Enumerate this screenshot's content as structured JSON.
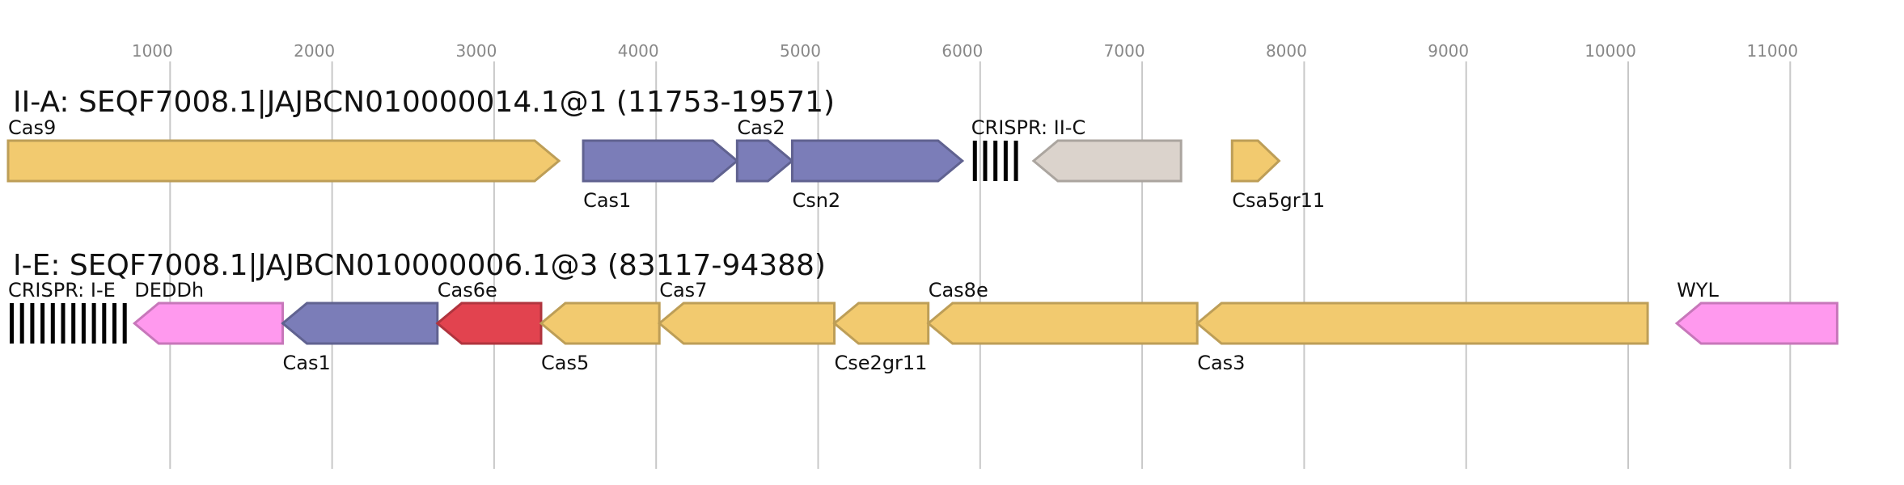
{
  "axis": {
    "ticks": [
      "1000",
      "2000",
      "3000",
      "4000",
      "5000",
      "6000",
      "7000",
      "8000",
      "9000",
      "10000",
      "11000"
    ]
  },
  "tracks": [
    {
      "title": "II-A: SEQF7008.1|JAJBCN010000014.1@1 (11753-19571)",
      "features": [
        {
          "label": "Cas9",
          "start": 0,
          "end": 3400,
          "strand": "+",
          "type": "gene",
          "color": "#f2ca6f",
          "label_pos": "above"
        },
        {
          "label": "Cas1",
          "start": 3550,
          "end": 4500,
          "strand": "+",
          "type": "gene",
          "color": "#7b7db8",
          "label_pos": "below"
        },
        {
          "label": "Cas2",
          "start": 4500,
          "end": 4840,
          "strand": "+",
          "type": "gene",
          "color": "#7b7db8",
          "label_pos": "above"
        },
        {
          "label": "Csn2",
          "start": 4840,
          "end": 5890,
          "strand": "+",
          "type": "gene",
          "color": "#7b7db8",
          "label_pos": "below"
        },
        {
          "label": "CRISPR: II-C",
          "start": 5945,
          "end": 6240,
          "type": "crispr",
          "label_pos": "above"
        },
        {
          "label": "",
          "start": 6330,
          "end": 7240,
          "strand": "-",
          "type": "gene",
          "color": "#dbd3cc",
          "label_pos": "above"
        },
        {
          "label": "Csa5gr11",
          "start": 7555,
          "end": 7845,
          "strand": "+",
          "type": "gene",
          "color": "#f2ca6f",
          "label_pos": "below"
        }
      ]
    },
    {
      "title": "I-E: SEQF7008.1|JAJBCN010000006.1@3 (83117-94388)",
      "features": [
        {
          "label": "CRISPR: I-E",
          "start": 0,
          "end": 760,
          "type": "crispr",
          "label_pos": "above"
        },
        {
          "label": "DEDDh",
          "start": 780,
          "end": 1695,
          "strand": "-",
          "type": "gene",
          "color": "#ff99ee",
          "label_pos": "above"
        },
        {
          "label": "Cas1",
          "start": 1695,
          "end": 2650,
          "strand": "-",
          "type": "gene",
          "color": "#7b7db8",
          "label_pos": "below"
        },
        {
          "label": "Cas6e",
          "start": 2650,
          "end": 3290,
          "strand": "-",
          "type": "gene",
          "color": "#e2434f",
          "label_pos": "above"
        },
        {
          "label": "Cas5",
          "start": 3290,
          "end": 4020,
          "strand": "-",
          "type": "gene",
          "color": "#f2ca6f",
          "label_pos": "below"
        },
        {
          "label": "Cas7",
          "start": 4020,
          "end": 5100,
          "strand": "-",
          "type": "gene",
          "color": "#f2ca6f",
          "label_pos": "above"
        },
        {
          "label": "Cse2gr11",
          "start": 5100,
          "end": 5680,
          "strand": "-",
          "type": "gene",
          "color": "#f2ca6f",
          "label_pos": "below"
        },
        {
          "label": "Cas8e",
          "start": 5680,
          "end": 7340,
          "strand": "-",
          "type": "gene",
          "color": "#f2ca6f",
          "label_pos": "above"
        },
        {
          "label": "Cas3",
          "start": 7340,
          "end": 10120,
          "strand": "-",
          "type": "gene",
          "color": "#f2ca6f",
          "label_pos": "below"
        },
        {
          "label": "WYL",
          "start": 10300,
          "end": 11290,
          "strand": "-",
          "type": "gene",
          "color": "#ff99ee",
          "label_pos": "above"
        }
      ]
    }
  ]
}
